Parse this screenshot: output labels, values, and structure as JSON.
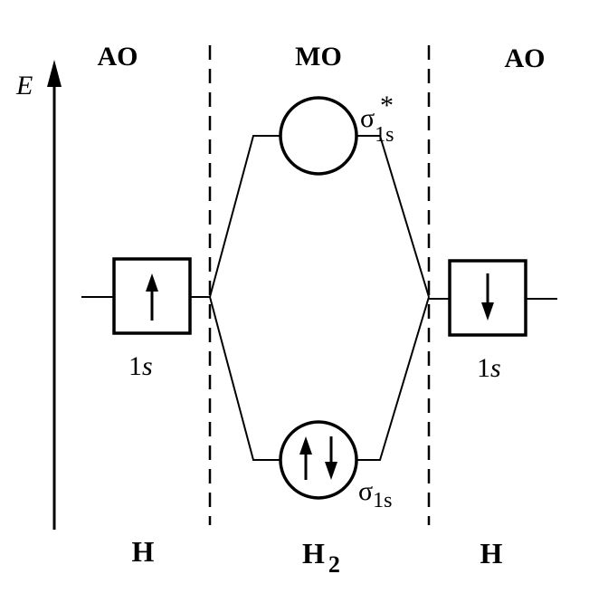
{
  "axis": {
    "energy_label": "E"
  },
  "headers": {
    "left": "AO",
    "center": "MO",
    "right": "AO"
  },
  "left_atom": {
    "orbital": {
      "label_num": "1",
      "label_sub": "s",
      "electrons": "↑"
    },
    "name": "H"
  },
  "right_atom": {
    "orbital": {
      "label_num": "1",
      "label_sub": "s",
      "electrons": "↓"
    },
    "name": "H"
  },
  "molecule": {
    "antibonding": {
      "symbol": "σ",
      "star": "*",
      "sub": "1s",
      "electrons": ""
    },
    "bonding": {
      "symbol": "σ",
      "sub": "1s",
      "electrons": "↑↓"
    },
    "name_main": "H",
    "name_sub": "2"
  },
  "colors": {
    "ink": "#000000",
    "paper": "#ffffff"
  }
}
